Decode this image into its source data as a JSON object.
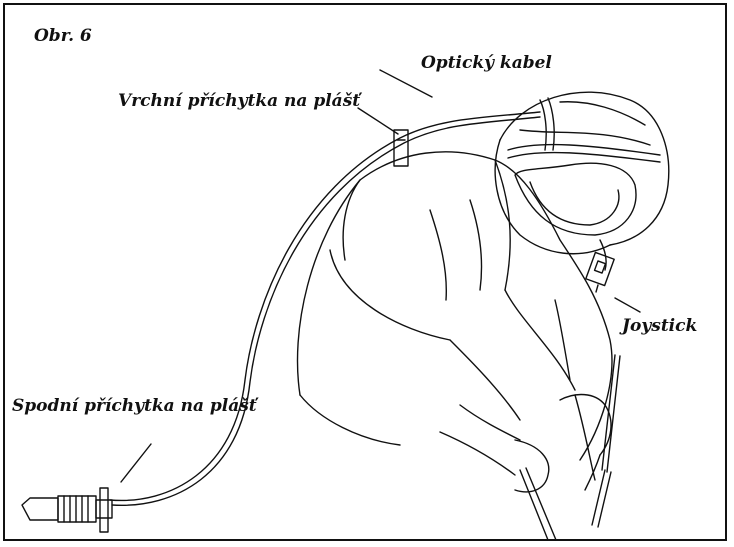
{
  "figure": {
    "title": "Obr. 6"
  },
  "labels": {
    "optical_cable": "Optický kabel",
    "upper_clip": "Vrchní příchytka na plášť",
    "joystick": "Joystick",
    "lower_clip": "Spodní příchytka na plášť"
  }
}
